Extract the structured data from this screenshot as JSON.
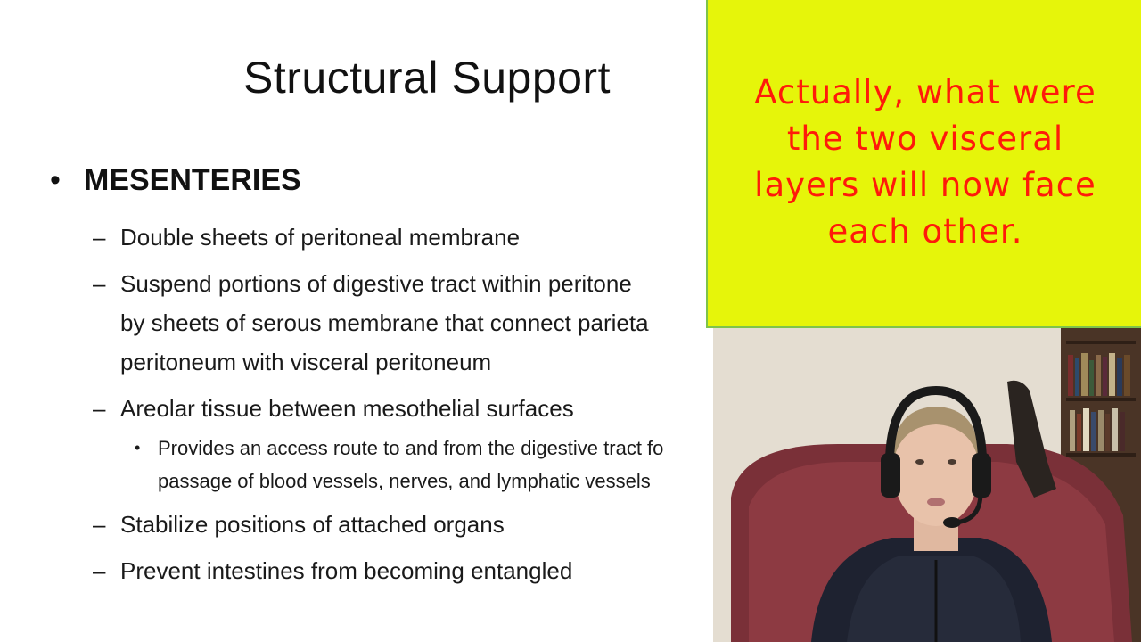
{
  "slide": {
    "title": "Structural Support",
    "heading": "MESENTERIES",
    "bullet_glyph": "•",
    "dash_glyph": "–",
    "sub_glyph": "•",
    "items": [
      {
        "lines": [
          "Double sheets of peritoneal membrane"
        ]
      },
      {
        "lines": [
          "Suspend portions of digestive tract within peritone",
          "by sheets of serous membrane that connect parieta",
          "peritoneum with visceral peritoneum"
        ]
      },
      {
        "lines": [
          "Areolar tissue between mesothelial surfaces"
        ]
      },
      {
        "lines": [
          "Stabilize positions of attached organs"
        ]
      },
      {
        "lines": [
          "Prevent intestines from becoming entangled"
        ]
      }
    ],
    "subitem": {
      "lines": [
        "Provides an access route to and from the digestive tract fo",
        "passage of blood vessels, nerves, and lymphatic vessels"
      ]
    }
  },
  "callout": {
    "lines": [
      "Actually, what were",
      "the two visceral",
      "layers will now face",
      "each other."
    ],
    "background": "#e6f50a",
    "text_color": "#ff1a0a"
  },
  "webcam": {
    "description_icon": "person-headset-icon"
  }
}
